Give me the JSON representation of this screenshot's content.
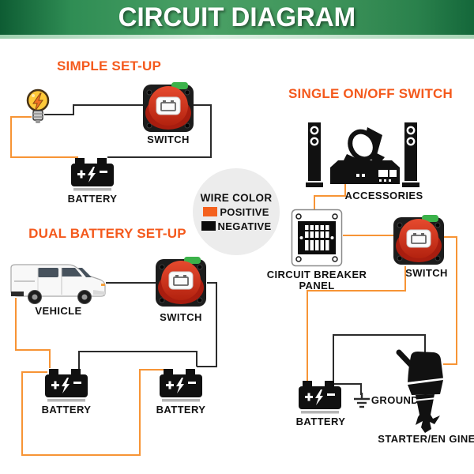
{
  "header": {
    "title": "CIRCUIT DIAGRAM"
  },
  "legend": {
    "title": "WIRE COLOR",
    "items": [
      {
        "label": "POSITIVE",
        "color": "#f4611e"
      },
      {
        "label": "NEGATIVE",
        "color": "#0d0d0d"
      }
    ]
  },
  "colors": {
    "heading_orange": "#f4591c",
    "positive_wire": "#f79435",
    "negative_wire": "#2b2b2b"
  },
  "sections": {
    "simple": {
      "heading": "SIMPLE SET-UP",
      "switch_label": "SWITCH",
      "battery_label": "BATTERY"
    },
    "single_switch": {
      "heading": "SINGLE ON/OFF SWITCH",
      "accessories_label": "ACCESSORIES",
      "breaker_label_line1": "CIRCUIT BREAKER",
      "breaker_label_line2": "PANEL",
      "switch_label": "SWITCH",
      "battery_label": "BATTERY",
      "ground_label": "GROUND",
      "starter_label": "STARTER/EN GINE"
    },
    "dual": {
      "heading": "DUAL BATTERY SET-UP",
      "vehicle_label": "VEHICLE",
      "switch_label": "SWITCH",
      "battery_left_label": "BATTERY",
      "battery_right_label": "BATTERY"
    }
  }
}
